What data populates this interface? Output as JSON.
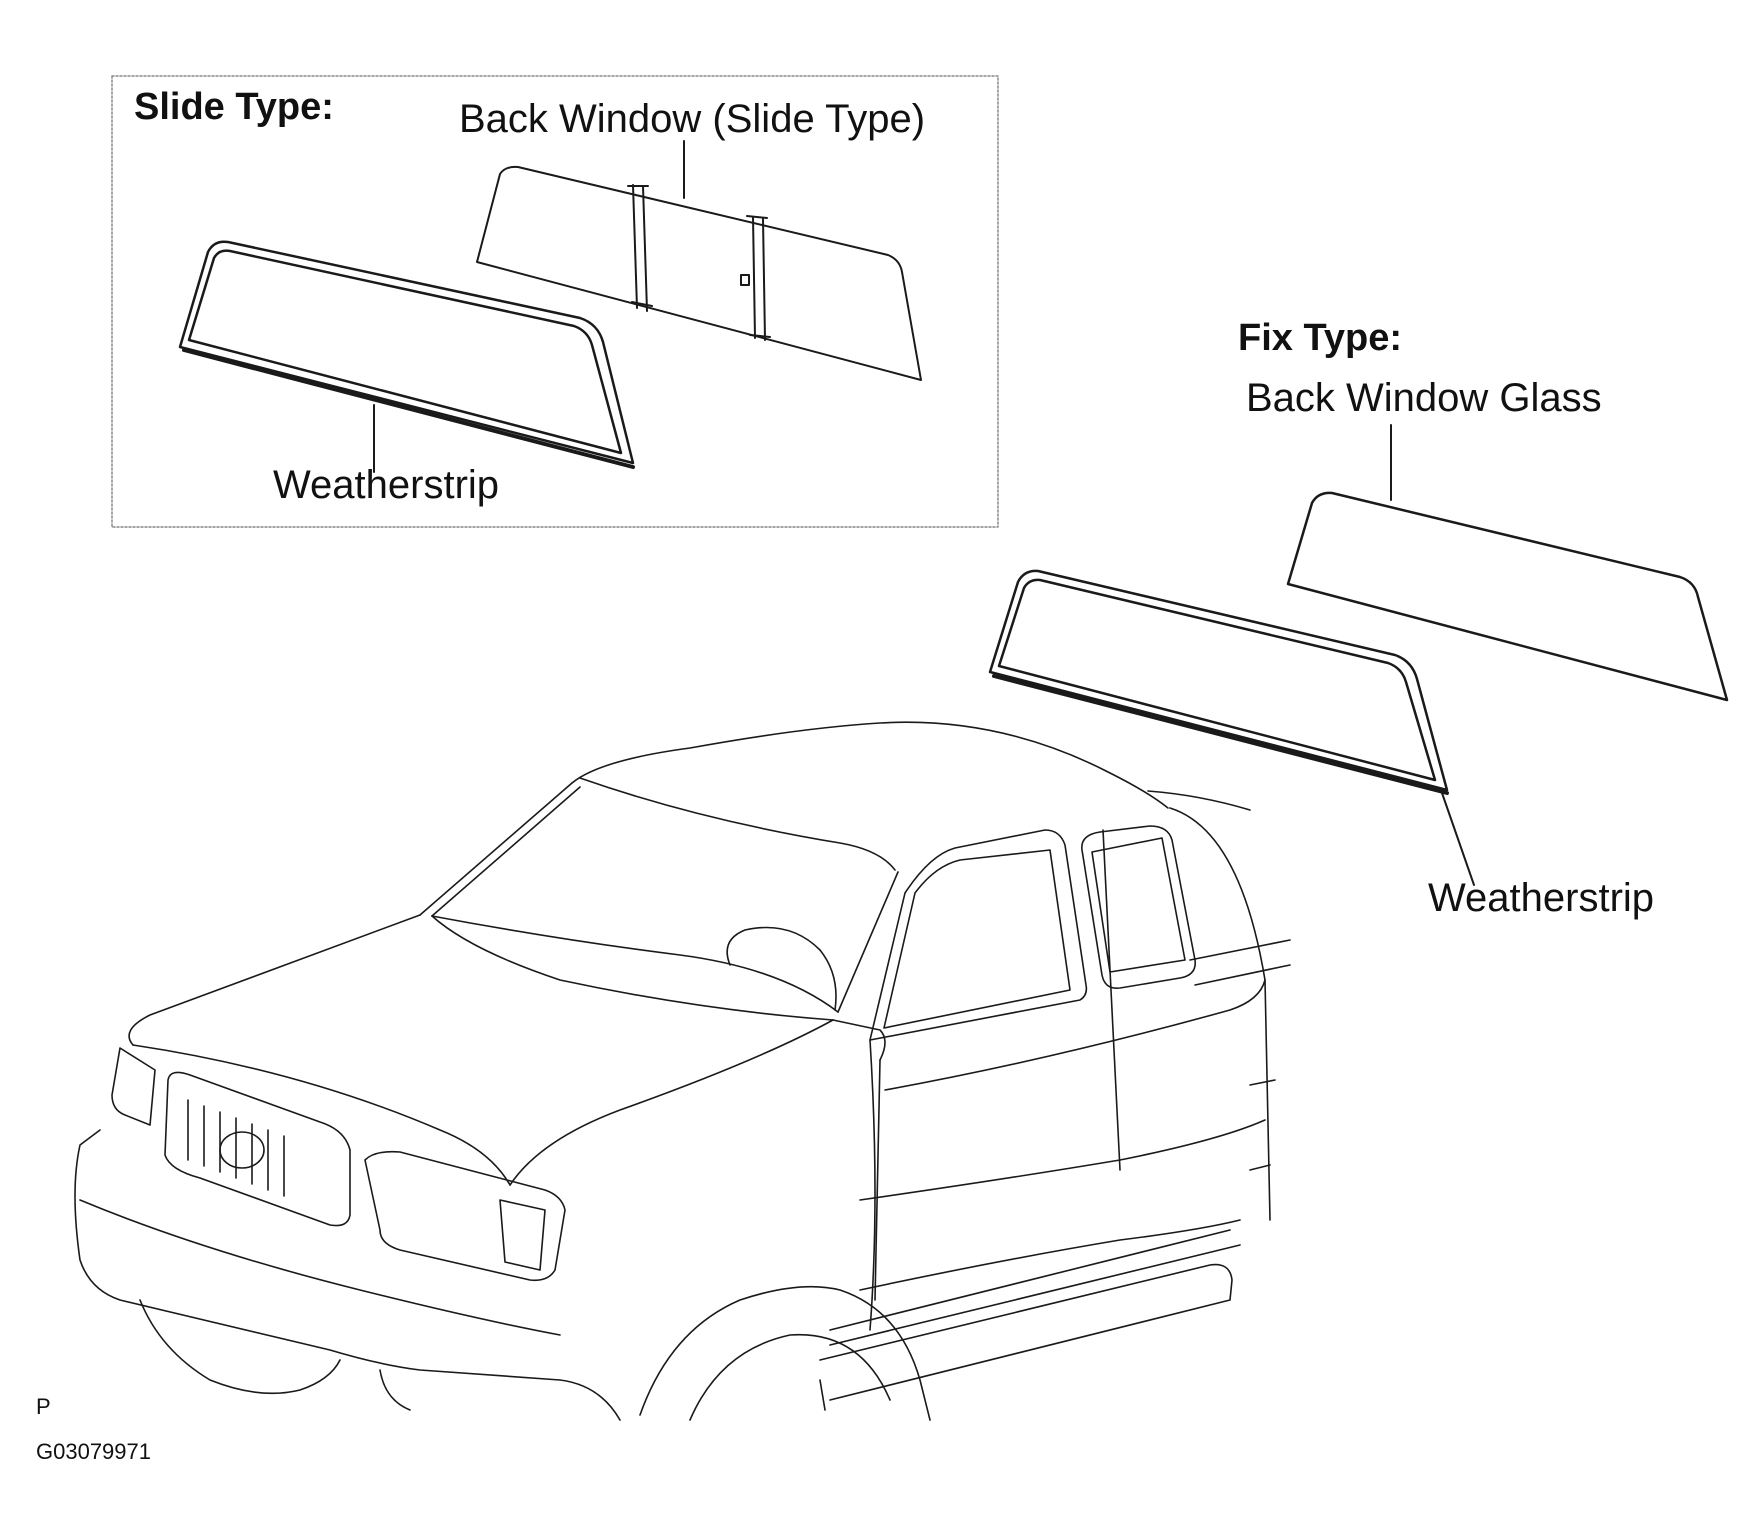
{
  "slide": {
    "heading": "Slide Type:",
    "glass_label": "Back Window (Slide Type)",
    "strip_label": "Weatherstrip"
  },
  "fix": {
    "heading": "Fix Type:",
    "glass_label": "Back Window Glass",
    "strip_label": "Weatherstrip"
  },
  "footer": {
    "mark": "P",
    "code": "G03079971"
  },
  "colors": {
    "line": "#1a1a1a",
    "box_border": "#888888"
  }
}
